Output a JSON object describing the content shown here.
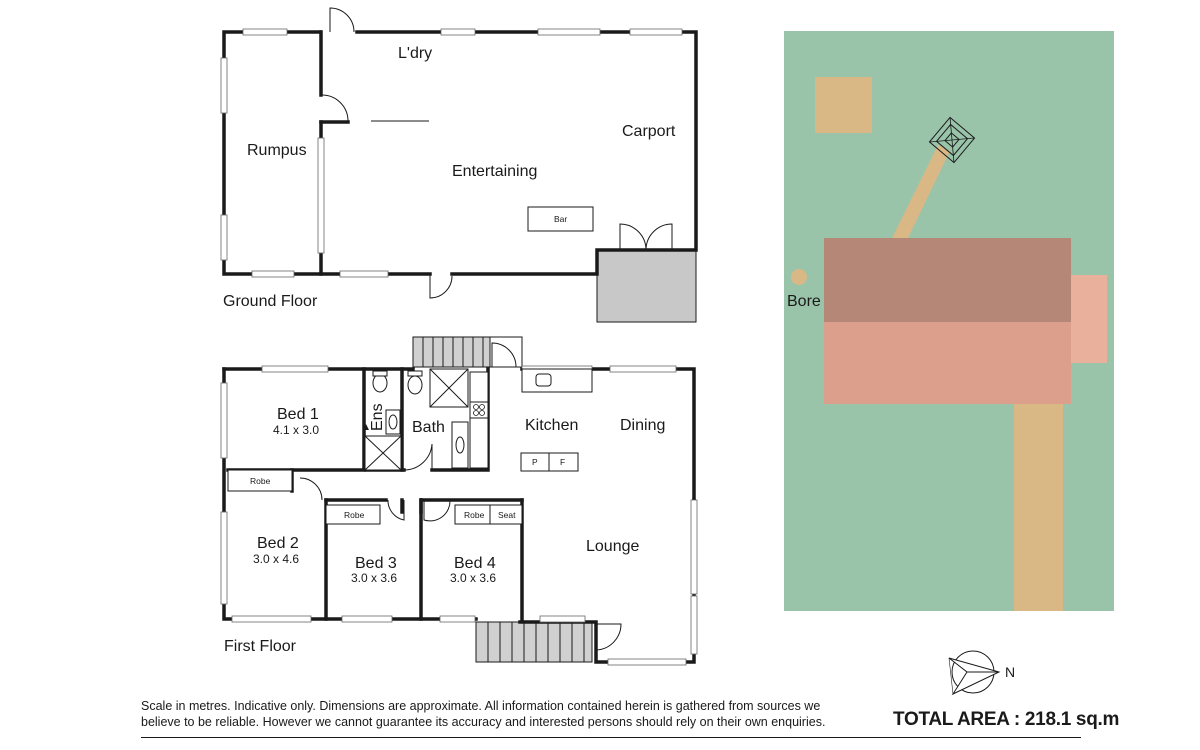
{
  "colors": {
    "walls": "#1a1a1a",
    "grass": "#99c4aa",
    "path": "#d9b886",
    "roof_dark": "#b48777",
    "roof_light": "#dc9f8c",
    "deck": "#e9b19c",
    "patio": "#c8c8c8"
  },
  "ground_floor": {
    "title": "Ground Floor",
    "rooms": {
      "laundry": "L'dry",
      "rumpus": "Rumpus",
      "entertaining": "Entertaining",
      "carport": "Carport",
      "bar": "Bar"
    }
  },
  "first_floor": {
    "title": "First Floor",
    "rooms": {
      "bed1": {
        "name": "Bed 1",
        "size": "4.1 x 3.0"
      },
      "bed2": {
        "name": "Bed 2",
        "size": "3.0 x 4.6"
      },
      "bed3": {
        "name": "Bed 3",
        "size": "3.0 x 3.6"
      },
      "bed4": {
        "name": "Bed 4",
        "size": "3.0 x 3.6"
      },
      "ensuite": "Ens",
      "bath": "Bath",
      "kitchen": "Kitchen",
      "dining": "Dining",
      "lounge": "Lounge"
    },
    "fixtures": {
      "robe_bed1": "Robe",
      "robe_bed3": "Robe",
      "robe_bed4": "Robe",
      "seat": "Seat",
      "pantry": "P",
      "fridge": "F"
    }
  },
  "site": {
    "bore_label": "Bore",
    "north_label": "N",
    "icons": [
      "compass-icon",
      "bore-icon",
      "gazebo-icon"
    ]
  },
  "footer": {
    "disclaimer_line1": "Scale in metres. Indicative only. Dimensions are approximate. All information contained herein is gathered from sources we",
    "disclaimer_line2": "believe to be reliable. However we cannot guarantee its accuracy and interested persons should rely on their own enquiries.",
    "total_area": "TOTAL AREA : 218.1 sq.m"
  }
}
